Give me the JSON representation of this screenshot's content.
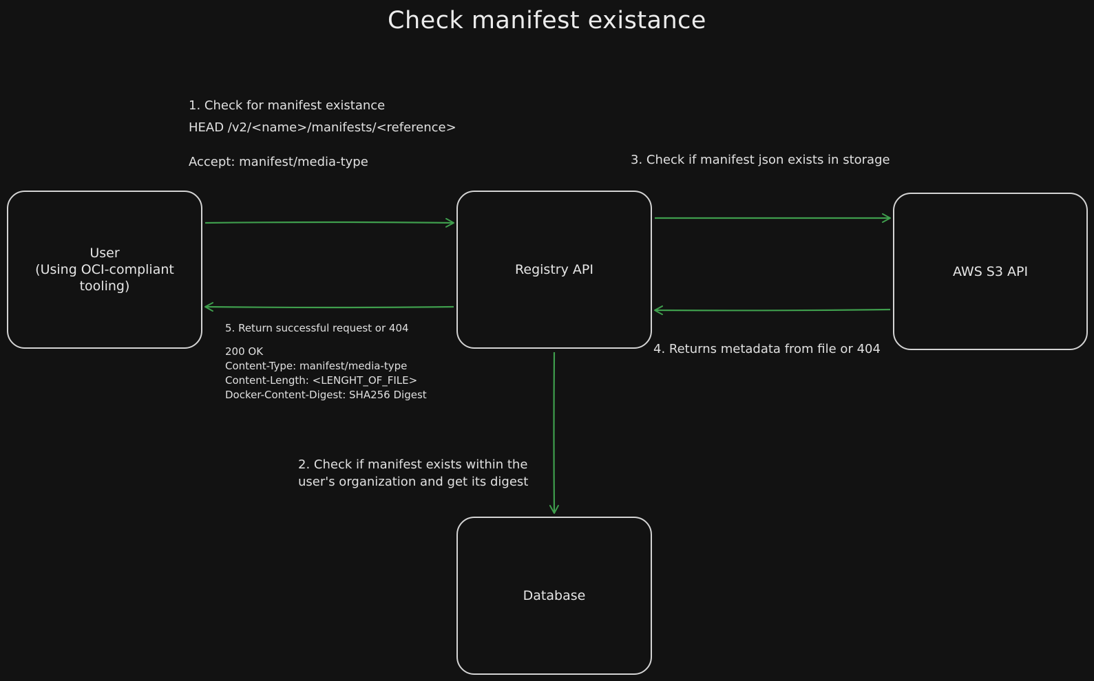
{
  "title": "Check manifest existance",
  "colors": {
    "background": "#121212",
    "box_stroke": "#d4d4d4",
    "arrow": "#3f9e4d",
    "text": "#e6e6e6"
  },
  "nodes": {
    "user": "User\n(Using OCI-compliant\ntooling)",
    "registry": "Registry API",
    "s3": "AWS S3 API",
    "database": "Database"
  },
  "notes": {
    "step1_title": "1. Check for manifest existance",
    "step1_request": "HEAD /v2/<name>/manifests/<reference>",
    "step1_header": "Accept: manifest/media-type",
    "step2": "2. Check if manifest exists within the user's organization and get its digest",
    "step3": "3. Check if manifest json exists in storage",
    "step4": "4. Returns metadata from file or 404",
    "step5_title": "5. Return successful request or 404",
    "step5_response": "200 OK\nContent-Type: manifest/media-type\nContent-Length: <LENGHT_OF_FILE>\nDocker-Content-Digest: SHA256 Digest"
  },
  "edges": [
    {
      "from": "user",
      "to": "registry",
      "label_ref": "step1_title"
    },
    {
      "from": "registry",
      "to": "database",
      "label_ref": "step2"
    },
    {
      "from": "registry",
      "to": "s3",
      "label_ref": "step3"
    },
    {
      "from": "s3",
      "to": "registry",
      "label_ref": "step4"
    },
    {
      "from": "registry",
      "to": "user",
      "label_ref": "step5_title"
    }
  ]
}
